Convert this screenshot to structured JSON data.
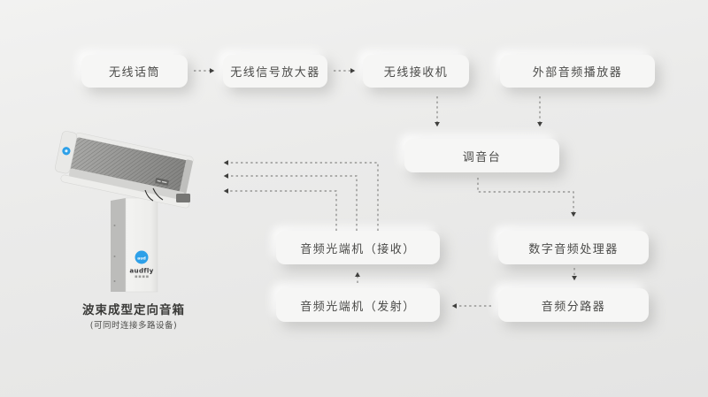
{
  "diagram": {
    "title_visible": false,
    "flow": {
      "nodes": [
        {
          "id": "wireless_mic",
          "label": "无线话筒"
        },
        {
          "id": "signal_amplifier",
          "label": "无线信号放大器"
        },
        {
          "id": "wireless_receiver",
          "label": "无线接收机"
        },
        {
          "id": "external_player",
          "label": "外部音频播放器"
        },
        {
          "id": "mixer",
          "label": "调音台"
        },
        {
          "id": "optical_terminal_rx",
          "label": "音频光端机（接收）"
        },
        {
          "id": "digital_processor",
          "label": "数字音频处理器"
        },
        {
          "id": "optical_terminal_tx",
          "label": "音频光端机（发射）"
        },
        {
          "id": "audio_splitter",
          "label": "音频分路器"
        }
      ],
      "edges": [
        {
          "from": "wireless_mic",
          "to": "signal_amplifier",
          "style": "dashed-arrow"
        },
        {
          "from": "signal_amplifier",
          "to": "wireless_receiver",
          "style": "dashed-arrow"
        },
        {
          "from": "wireless_receiver",
          "to": "mixer",
          "style": "dashed-arrow"
        },
        {
          "from": "external_player",
          "to": "mixer",
          "style": "dashed-arrow"
        },
        {
          "from": "mixer",
          "to": "digital_processor",
          "style": "dashed-arrow-elbow"
        },
        {
          "from": "digital_processor",
          "to": "audio_splitter",
          "style": "dashed-arrow"
        },
        {
          "from": "audio_splitter",
          "to": "optical_terminal_tx",
          "style": "dashed-arrow"
        },
        {
          "from": "optical_terminal_tx",
          "to": "optical_terminal_rx",
          "style": "dashed-arrow"
        },
        {
          "from": "optical_terminal_rx",
          "to": "speaker",
          "style": "dashed-arrow-elbow",
          "lines": 3
        }
      ]
    },
    "speaker": {
      "caption_title": "波束成型定向音箱",
      "caption_subtitle": "(可同时连接多路设备)",
      "brand": "audfly",
      "logo_text": "aud"
    },
    "colors": {
      "background_top": "#f2f2f1",
      "background_bottom": "#e4e4e3",
      "node_fill": "#f6f6f5",
      "node_text": "#4b4b49",
      "arrow_dash": "#858583",
      "arrow_head": "#3f3f3d",
      "brand_blue": "#2da0e8",
      "grille_gray": "#969694"
    }
  }
}
